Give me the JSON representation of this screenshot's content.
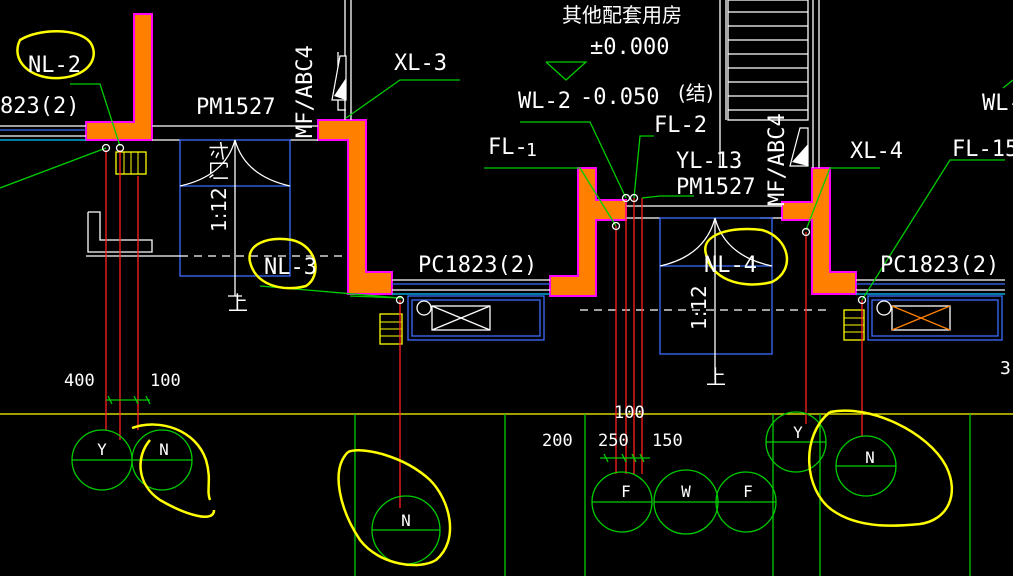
{
  "labels": {
    "nl2": "NL-2",
    "left_window": "823(2)",
    "pm_left": "PM1527",
    "mf_left": "MF/ABC4",
    "xl3": "XL-3",
    "room_title": "其他配套用房",
    "elev_000": "±0.000",
    "elev_050": "-0.050",
    "jie": "(结)",
    "wl2": "WL-2",
    "fl_left": "FL-",
    "fl_left_sub": "1",
    "fl2": "FL-2",
    "yl13": "YL-13",
    "pm_mid": "PM1527",
    "mf_right": "MF/ABC4",
    "xl4": "XL-4",
    "fl15": "FL-15",
    "wl_edge": "WL-",
    "ramp_left": "1:12 门斗",
    "nl3": "NL-3",
    "shang_left": "上",
    "pc_left": "PC1823(2)",
    "ramp_mid": "1:12",
    "nl4": "NL-4",
    "shang_mid": "上",
    "pc_right": "PC1823(2)",
    "edge_num": "3"
  },
  "dims": {
    "d400": "400",
    "d100a": "100",
    "d100b": "100",
    "d200": "200",
    "d250": "250",
    "d150": "150"
  },
  "circles": {
    "y1": "Y",
    "n1": "N",
    "n2": "N",
    "f1": "F",
    "w1": "W",
    "f2": "F",
    "y2": "Y",
    "n3": "N"
  },
  "colors": {
    "wall_fill": "#ff8000",
    "wall_edge": "#ff00ff",
    "leader": "#00cc00",
    "outline": "#3b6cff",
    "pipe": "#ff2020",
    "markup": "#ffff00",
    "background": "#000000"
  }
}
